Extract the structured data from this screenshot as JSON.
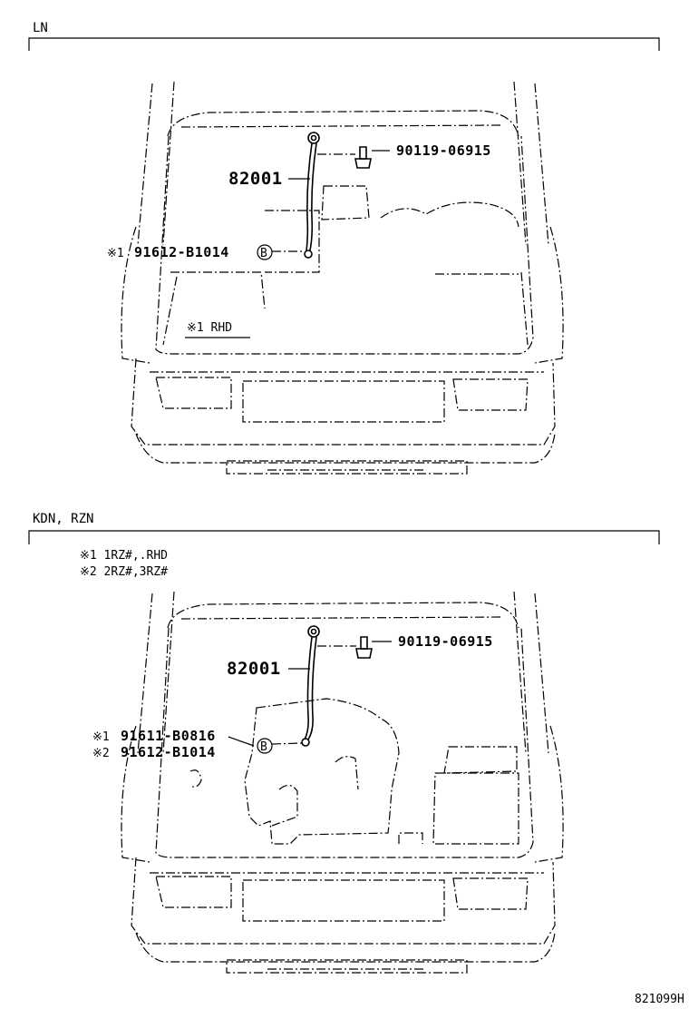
{
  "sections": [
    {
      "title": "LN",
      "parts": {
        "cable": "82001",
        "bolt": "90119-06915",
        "nut_mark": "※1",
        "nut": "91612-B1014",
        "callout": "B"
      },
      "notes": [
        "※1  RHD"
      ]
    },
    {
      "title": "KDN, RZN",
      "parts": {
        "cable": "82001",
        "bolt": "90119-06915",
        "nut1_mark": "※1",
        "nut1": "91611-B0816",
        "nut2_mark": "※2",
        "nut2": "91612-B1014",
        "callout": "B"
      },
      "notes": [
        "※1  1RZ#,.RHD",
        "※2  2RZ#,3RZ#"
      ]
    }
  ],
  "figure_id": "821099H"
}
